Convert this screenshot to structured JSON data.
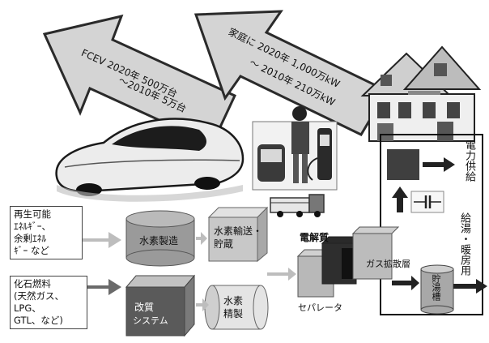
{
  "arrows": {
    "fcev": {
      "line1": "FCEV  2020年  500万台",
      "line2": "～2010年  5万台"
    },
    "home": {
      "line1": "家庭に  2020年  1,000万kW",
      "line2": "～  2010年  210万kW"
    }
  },
  "sources": {
    "renewable": [
      "再生可能",
      "ｴﾈﾙｷﾞｰ、",
      "余剰ｴﾈﾙ",
      "ｷﾞｰ  など"
    ],
    "fossil": [
      "化石燃料",
      "(天然ガス、",
      "LPG、",
      "GTL、など)"
    ]
  },
  "process": {
    "production": "水素製造",
    "transport": [
      "水素輸送・",
      "貯蔵"
    ],
    "reformer": [
      "改質",
      "システム"
    ],
    "refining": [
      "水素",
      "精製"
    ]
  },
  "fuel_cell": {
    "electrolyte": "電解質",
    "gas_diffusion": "ガス拡散層",
    "separator": "セパレータ"
  },
  "home_system": {
    "power": "電力供給",
    "hot_water": "給湯・暖房用",
    "tank": "貯湯槽"
  },
  "colors": {
    "arrow_fill": "#d4d4d4",
    "arrow_stroke": "#2a2a2a",
    "cylinder": "#9a9a9a",
    "box_top": "#e2e2e2",
    "box_front": "#c8c8c8",
    "box_side": "#a8a8a8",
    "dark_box": "#555555",
    "flow_arrow": "#222222",
    "light_arrow": "#bdbdbd"
  }
}
